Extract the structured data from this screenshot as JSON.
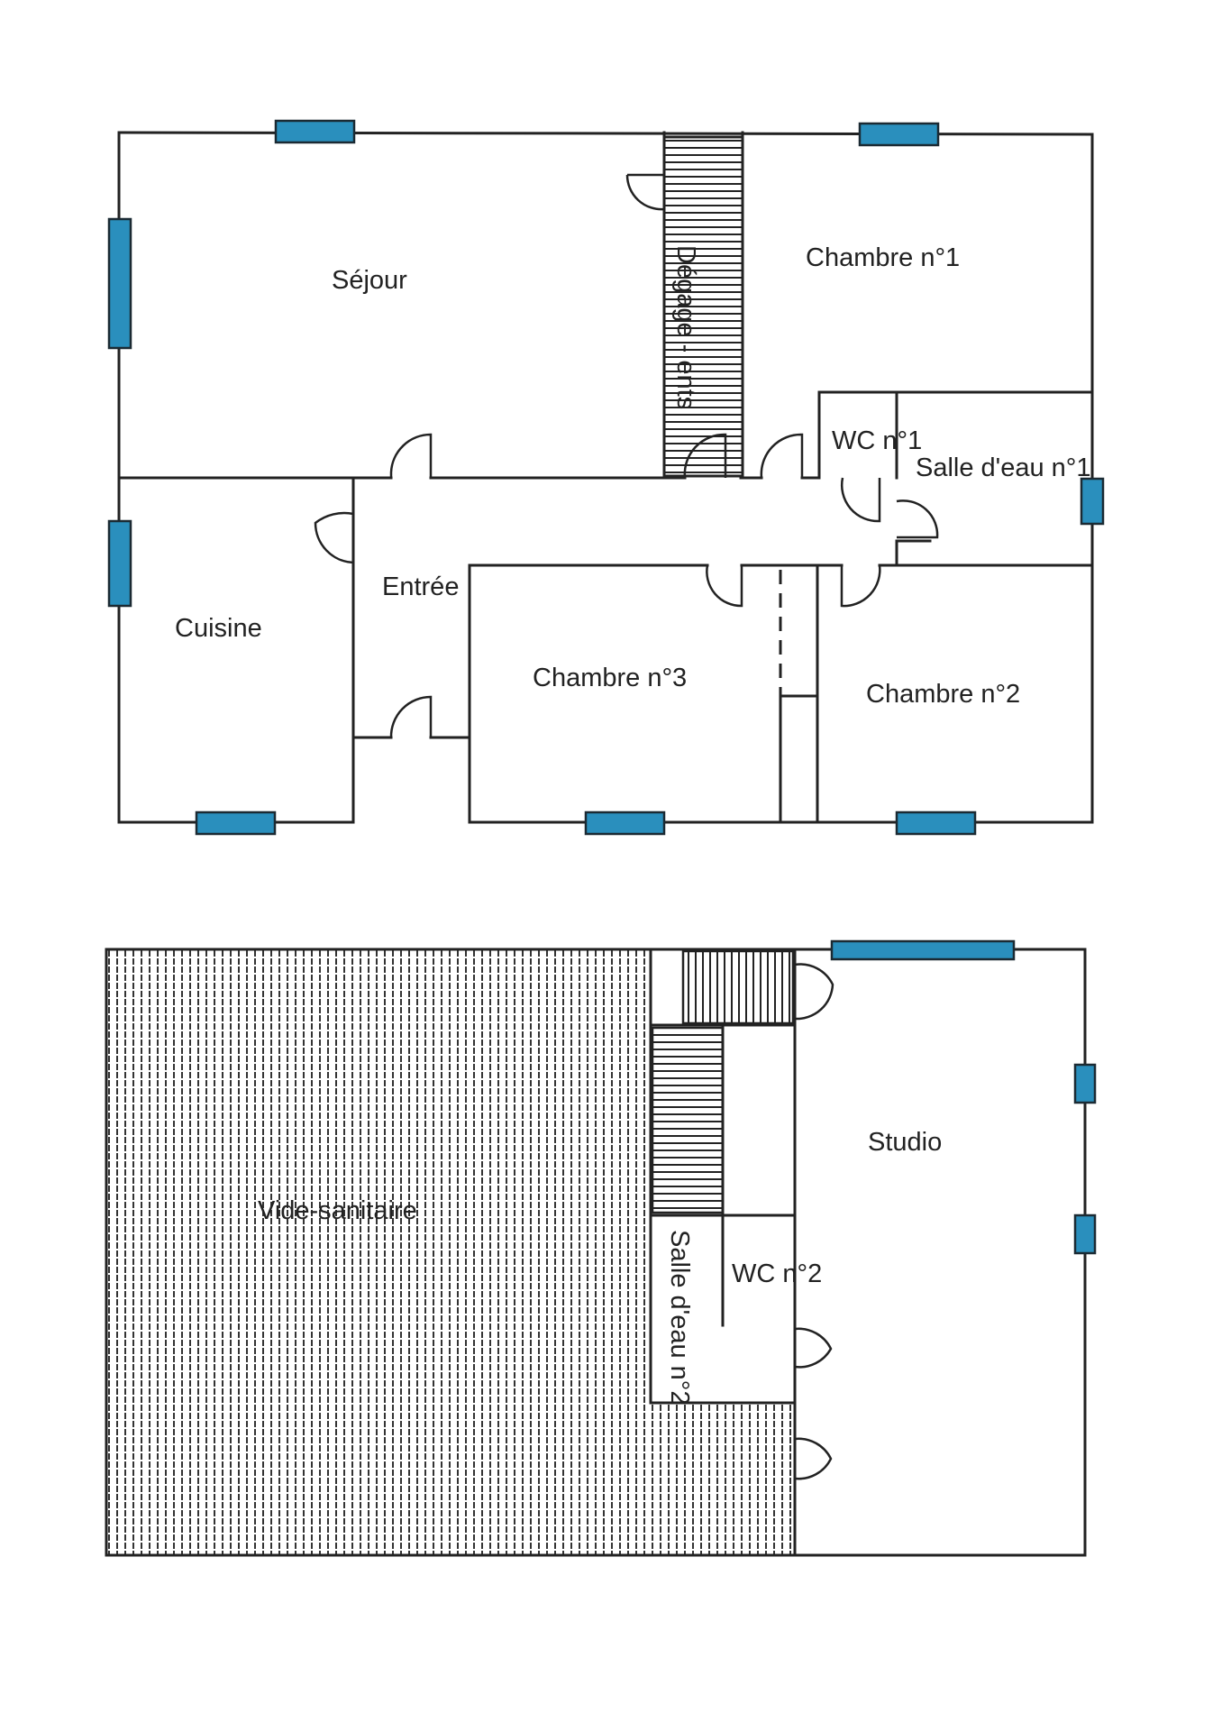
{
  "colors": {
    "wall": "#222222",
    "window": "#2a8fbd",
    "background": "#ffffff"
  },
  "upper_floor": {
    "rooms": {
      "sejour": "Séjour",
      "degagement": "Dégage - ents",
      "chambre1": "Chambre n°1",
      "wc1": "WC n°1",
      "salle_eau1": "Salle d'eau n°1",
      "entree": "Entrée",
      "cuisine": "Cuisine",
      "chambre3": "Chambre n°3",
      "chambre2": "Chambre n°2"
    }
  },
  "lower_floor": {
    "rooms": {
      "vide_sanitaire": "Vide-sanitaire",
      "studio": "Studio",
      "wc2": "WC n°2",
      "salle_eau2": "Salle d'eau n°2"
    }
  }
}
